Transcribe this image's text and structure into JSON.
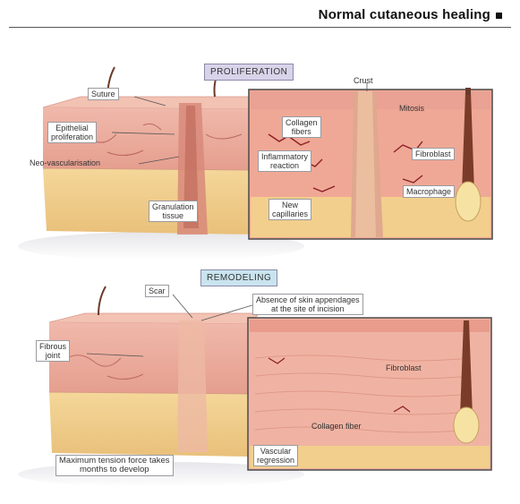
{
  "header": {
    "title": "Normal cutaneous healing"
  },
  "colors": {
    "skin_pink": "#e8a89a",
    "fat_yellow": "#f1d08e",
    "wound_red": "#c9655a",
    "proliferation_box": "#d9d3ea",
    "remodeling_box": "#c9e4ef"
  },
  "proliferation": {
    "stage_label": "PROLIFERATION",
    "labels": {
      "suture": "Suture",
      "crust": "Crust",
      "epithelial": "Epithelial\nproliferation",
      "neovasc": "Neo-vascularisation",
      "granulation": "Granulation\ntissue",
      "collagen": "Collagen\nfibers",
      "mitosis": "Mitosis",
      "inflammatory": "Inflammatory\nreaction",
      "fibroblast": "Fibroblast",
      "macrophage": "Macrophage",
      "capillaries": "New\ncapillaries"
    }
  },
  "remodeling": {
    "stage_label": "REMODELING",
    "labels": {
      "scar": "Scar",
      "absence": "Absence of skin appendages\nat the site of incision",
      "fibrous": "Fibrous\njoint",
      "fibroblast": "Fibroblast",
      "collagen": "Collagen fiber",
      "vascular": "Vascular\nregression",
      "tension": "Maximum tension force takes\nmonths to develop"
    }
  }
}
